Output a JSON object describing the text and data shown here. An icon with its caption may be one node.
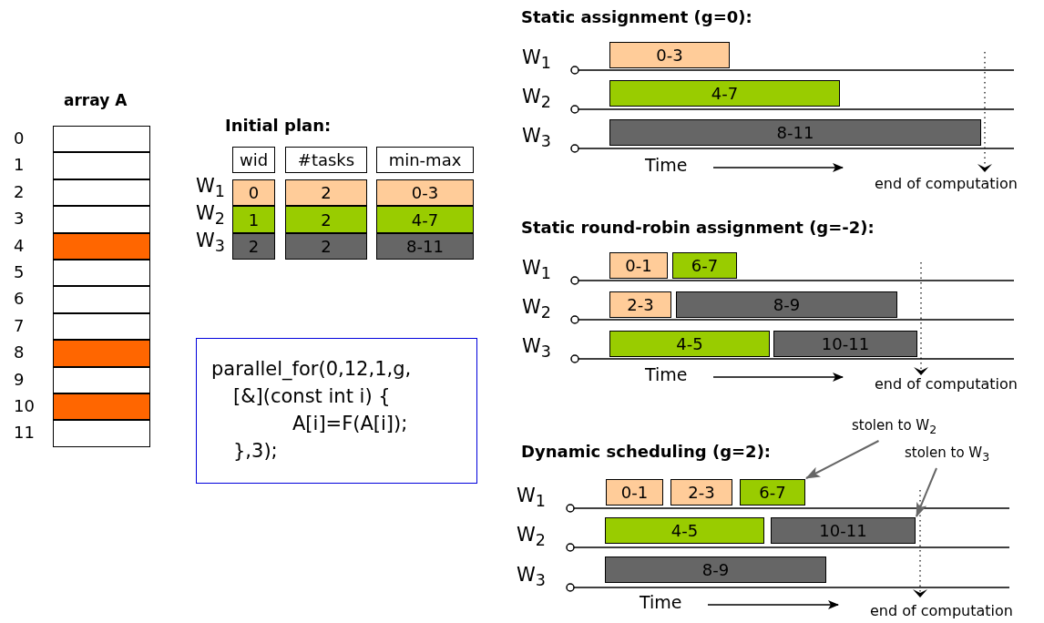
{
  "diagram": {
    "nodes": [
      {
        "text": [],
        "shape": "box"
      },
      {
        "text": [],
        "shape": "box"
      },
      {
        "text": [],
        "shape": "box"
      },
      {
        "text": [],
        "shape": "box"
      },
      {
        "text": [],
        "shape": "box"
      },
      {
        "text": [],
        "shape": "box"
      },
      {
        "text": [],
        "shape": "box"
      },
      {
        "text": [],
        "shape": "box"
      },
      {
        "text": [],
        "shape": "box"
      },
      {
        "text": [],
        "shape": "box"
      },
      {
        "text": [],
        "shape": "box"
      },
      {
        "text": [],
        "shape": "box"
      },
      {
        "text": [
          "wid"
        ]
      },
      {
        "text": [
          "#tasks"
        ]
      },
      {
        "text": [
          "min-max"
        ]
      },
      {
        "text": [
          "0"
        ]
      },
      {
        "text": [
          "2"
        ]
      },
      {
        "text": [
          "0-3"
        ]
      },
      {
        "text": [
          "1"
        ]
      },
      {
        "text": [
          "2"
        ]
      },
      {
        "text": [
          "4-7"
        ]
      },
      {
        "text": [
          "2"
        ]
      },
      {
        "text": [
          "2"
        ]
      },
      {
        "text": [
          "8-11"
        ]
      },
      {
        "text": [
          "parallel_for(0,12,1,g,",
          "[&](const int i) {",
          "A[i]=F(A[i]);",
          "},3);"
        ]
      },
      {
        "text": [
          "0-3"
        ]
      },
      {
        "text": [
          "4-7"
        ]
      },
      {
        "text": [
          "8-11"
        ]
      },
      {
        "text": [
          "0-1"
        ]
      },
      {
        "text": [
          "6-7"
        ]
      },
      {
        "text": [
          "2-3"
        ]
      },
      {
        "text": [
          "8-9"
        ]
      },
      {
        "text": [
          "4-5"
        ]
      },
      {
        "text": [
          "10-11"
        ]
      },
      {
        "text": [
          "0-1"
        ]
      },
      {
        "text": [
          "2-3"
        ]
      },
      {
        "text": [
          "6-7"
        ]
      },
      {
        "text": [
          "4-5"
        ]
      },
      {
        "text": [
          "10-11"
        ]
      },
      {
        "text": [
          "8-9"
        ]
      },
      {
        "text": [
          "stolen to W$_{2}$"
        ]
      },
      {
        "text": [
          "stolen to W$_{3}$"
        ]
      }
    ],
    "edges": [
      {
        "from": 40,
        "to": 36,
        "arrow": "to"
      },
      {
        "from": 41,
        "to": 38,
        "arrow": "to"
      }
    ],
    "labels": [
      "array A",
      "0",
      "1",
      "2",
      "3",
      "4",
      "5",
      "6",
      "7",
      "8",
      "9",
      "10",
      "11",
      "Initial plan:",
      "W$_{1}$",
      "W$_{2}$",
      "W$_{3}$",
      "Static assignment (g=0):",
      "W$_{1}$",
      "W$_{2}$",
      "W$_{3}$",
      "Time",
      "end of computation",
      "Static round-robin assignment (g=-2):",
      "W$_{1}$",
      "W$_{2}$",
      "W$_{3}$",
      "Time",
      "end of computation",
      "Dynamic scheduling  (g=2):",
      "W$_{1}$",
      "W$_{2}$",
      "W$_{3}$",
      "Time",
      "end of computation"
    ]
  }
}
